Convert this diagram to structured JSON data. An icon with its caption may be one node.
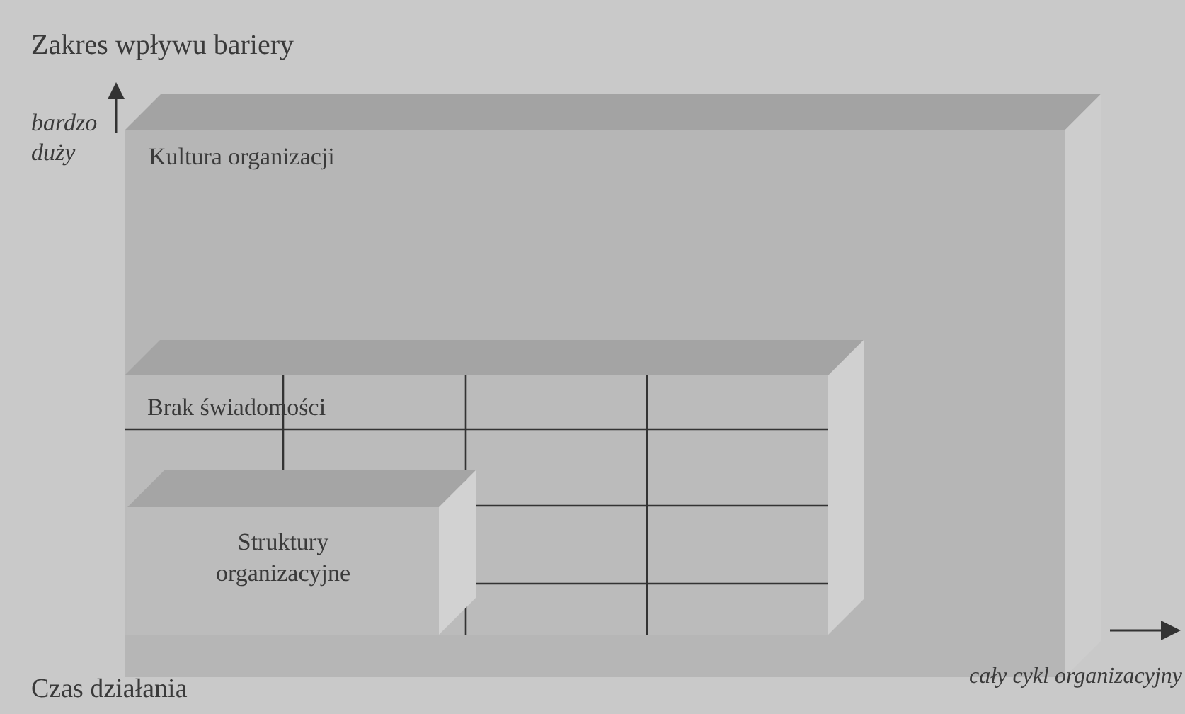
{
  "diagram": {
    "nodes": [
      {
        "text": [
          "Kultura organizacji"
        ]
      },
      {
        "text": [
          "Brak świadomości"
        ],
        "in": 0
      },
      {
        "text": [
          "Struktury organizacyjne"
        ],
        "in": 1
      }
    ],
    "labels": [
      "Zakres wpływu bariery",
      "bardzo duży",
      "Czas działania",
      "cały cykl organizacyjny"
    ]
  }
}
